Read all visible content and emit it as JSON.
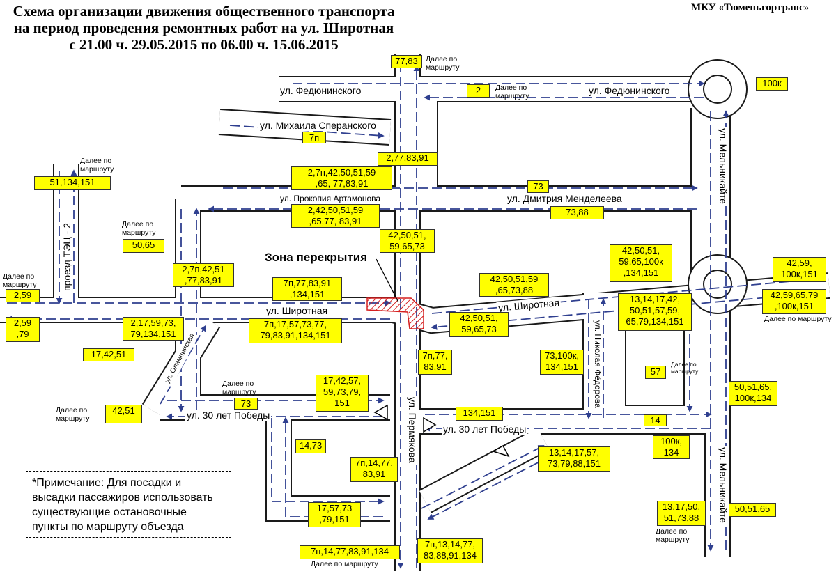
{
  "header": {
    "title_lines": [
      "Схема организации движения общественного транспорта",
      "на период проведения ремонтных работ на ул. Широтная",
      "с 21.00 ч. 29.05.2015 по 06.00 ч. 15.06.2015"
    ],
    "organization": "МКУ «Тюменьгортранс»"
  },
  "streets": {
    "fedyuninskogo": "ул. Федюнинского",
    "speranskogo": "ул. Михаила Сперанского",
    "artamonova": "ул. Прокопия Артамонова",
    "mendeleeva": "ул. Дмитрия Менделеева",
    "shirotnaya": "ул. Широтная",
    "let_pobedy": "ул. 30 лет Победы",
    "permyakova": "ул. Пермякова",
    "melnikayte": "ул. Мельникайте",
    "fedorova": "ул. Николая Фёдорова",
    "olimpiyskaya": "ул. Олимпийская",
    "tets": "проезд ТЭЦ - 2"
  },
  "routes": {
    "r_77_83": "77,83",
    "r_2": "2",
    "r_100k_top": "100к",
    "r_7p": "7п",
    "r_2_77_83_91": "2,77,83,91",
    "r_art_top": "2,7п,42,50,51,59\n,65, 77,83,91",
    "r_art_bot": "2,42,50,51,59\n,65,77, 83,91",
    "r_73_top": "73",
    "r_73_88": "73,88",
    "r_51_134": "51,134,151",
    "r_50_65": "50,65",
    "r_42_50_51_mid": "42,50,51,\n59,65,73",
    "r_2_7p_42_51": "2,7п,42,51\n,77,83,91",
    "r_7p_77_83_91": "7п,77,83,91\n,134,151",
    "r_2_59_left": "2,59",
    "r_2_59_79": "2,59\n,79",
    "r_2_17_59": "2,17,59,73,\n79,134,151",
    "r_7p_17_57": "7п,17,57,73,77,\n79,83,91,134,151",
    "r_17_42_51": "17,42,51",
    "r_42_50_51_88": "42,50,51,59\n,65,73,88",
    "r_42_50_100k": "42,50,51,\n59,65,100к\n,134,151",
    "r_42_59_100k": "42,59,\n100к,151",
    "r_42_59_65_79": "42,59,65,79\n,100к,151",
    "r_42_50_51_right": "42,50,51,\n59,65,73",
    "r_13_14_17_42": "13,14,17,42,\n50,51,57,59,\n65,79,134,151",
    "r_7p_77_83_91_b": "7п,77,\n83,91",
    "r_73_100k": "73,100к,\n134,151",
    "r_57": "57",
    "r_17_42_57": "17,42,57,\n59,73,79,\n151",
    "r_73_pobedy": "73",
    "r_42_51": "42,51",
    "r_134_151": "134,151",
    "r_14": "14",
    "r_50_51_65_100k": "50,51,65,\n100к,134",
    "r_14_73": "14,73",
    "r_7p_14_77": "7п,14,77,\n83,91",
    "r_100k_134": "100к,\n134",
    "r_13_14_17_57": "13,14,17,57,\n73,79,88,151",
    "r_17_57_73": "17,57,73\n,79,151",
    "r_13_17_50": "13,17,50,\n51,73,88",
    "r_50_51_65": "50,51,65",
    "r_7p_14_77_bottom": "7п,14,77,83,91,134",
    "r_7p_13_14_77": "7п,13,14,77,\n83,88,91,134"
  },
  "labels": {
    "continue": "Далее по маршруту",
    "continue_2line": "Далее по\nмаршруту",
    "zone": "Зона перекрытия",
    "note": "*Примечание: Для посадки и высадки пассажиров использовать существующие остановочные пункты по маршруту объезда"
  },
  "colors": {
    "route_label": "#ffff00",
    "road_border": "#1a1a1a",
    "bus_arrow": "#2f3f8f",
    "closure_zone": "#d62020"
  }
}
